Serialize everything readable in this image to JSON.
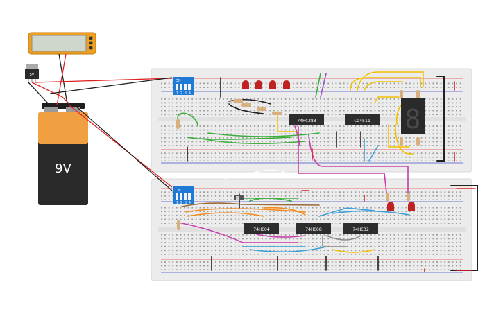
{
  "battery": {
    "label": "9V"
  },
  "regulator": {
    "label": "5V"
  },
  "multimeter": {
    "display": ""
  },
  "dip_switch_top": {
    "label": "ON",
    "positions": [
      "1",
      "2",
      "3",
      "4"
    ]
  },
  "dip_switch_bottom": {
    "label": "ON",
    "positions": [
      "1",
      "2",
      "3",
      "4"
    ]
  },
  "chips": {
    "adder": "74HC283",
    "decoder": "CD4511",
    "inverter": "74HC04",
    "and_gate": "74HC08",
    "or_gate": "74HC32"
  },
  "seven_segment": {
    "digit": "8"
  },
  "colors": {
    "wire_red": "#e02020",
    "wire_black": "#222222",
    "wire_yellow": "#f2c200",
    "wire_green": "#3cae3c",
    "wire_purple": "#9a4fd0",
    "wire_magenta": "#c83da8",
    "wire_orange": "#f28c1c",
    "wire_brown": "#9a6a3a",
    "wire_blue": "#3aa0d8",
    "wire_gray": "#8a8a8a",
    "breadboard": "#e9e9e9",
    "chip": "#2d2d2d",
    "dip_switch": "#1f7ad6",
    "led_red": "#c02222",
    "battery_orange": "#f0a040"
  }
}
